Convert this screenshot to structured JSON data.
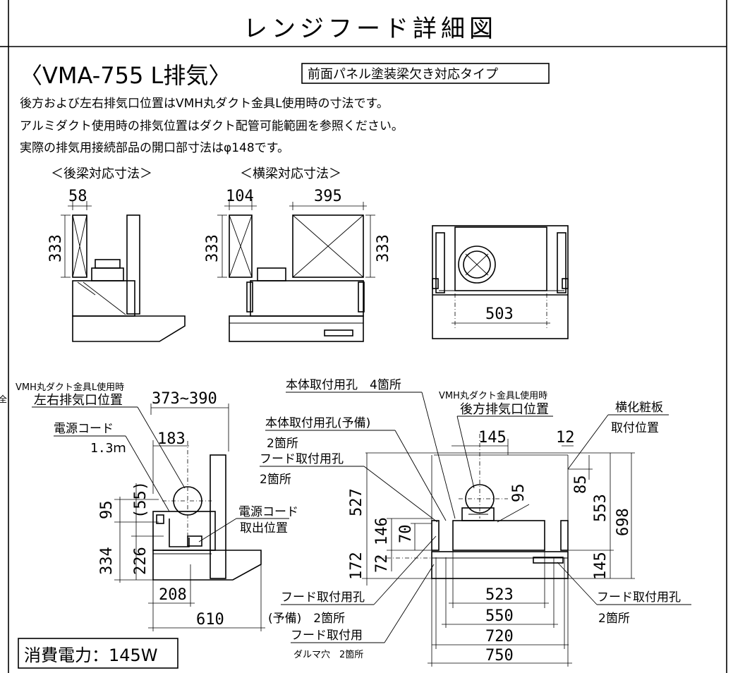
{
  "title": "レンジフード詳細図",
  "model": "〈VMA-755 L排気〉",
  "panel_type": "前面パネル塗装梁欠き対応タイプ",
  "notes": [
    "後方および左右排気口位置はVMH丸ダクト金具L使用時の寸法です。",
    "アルミダクト使用時の排気位置はダクト配管可能範囲を参照ください。",
    "実際の排気用接続部品の開口部寸法はφ148です。"
  ],
  "rear_beam": {
    "label": "＜後梁対応寸法＞",
    "width": "58",
    "height": "333"
  },
  "side_beam": {
    "label": "＜横梁対応寸法＞",
    "left_width": "104",
    "right_width": "395",
    "left_height": "333",
    "right_height": "333"
  },
  "top_view": {
    "width": "503"
  },
  "side_view": {
    "duct_label_1": "VMH丸ダクト金具L使用時",
    "duct_label_2": "左右排気口位置",
    "top_range": "373~390",
    "cord_label": "電源コード",
    "cord_length": "1.3ｍ",
    "d183": "183",
    "d55": "(55)",
    "d95": "95",
    "d334": "334",
    "d226": "226",
    "d208": "208",
    "d610": "610",
    "cord_exit_1": "電源コード",
    "cord_exit_2": "取出位置"
  },
  "front_view": {
    "main_holes": "本体取付用孔　4箇所",
    "main_holes_spare_1": "本体取付用孔(予備)",
    "main_holes_spare_2": "2箇所",
    "hood_holes_1": "フード取付用孔",
    "hood_holes_2": "2箇所",
    "duct_label_1": "VMH丸ダクト金具L使用時",
    "duct_label_2": "後方排気口位置",
    "side_panel_1": "横化粧板",
    "side_panel_2": "取付位置",
    "d145_top": "145",
    "d12": "12",
    "d95": "95",
    "d85": "85",
    "d527": "527",
    "d146": "146",
    "d70": "70",
    "d172": "172",
    "d72": "72",
    "d553": "553",
    "d698": "698",
    "d145_right": "145",
    "d523": "523",
    "d550": "550",
    "d720": "720",
    "d750": "750",
    "hood_holes_spare_1": "フード取付用孔",
    "hood_holes_spare_2": "(予備)　2箇所",
    "hood_dharma_1": "フード取付用",
    "hood_dharma_2": "ダルマ穴　2箇所",
    "hood_holes_right_1": "フード取付用孔",
    "hood_holes_right_2": "2箇所"
  },
  "power": "消費電力：145W",
  "edge_char": "全"
}
